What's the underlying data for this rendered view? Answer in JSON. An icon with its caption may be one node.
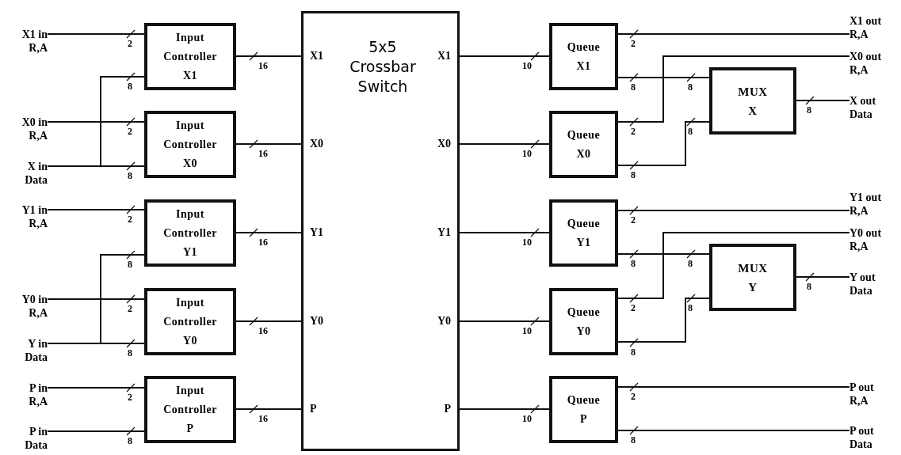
{
  "diagram": {
    "nodes": [
      {
        "text": [
          "X1 in R,A"
        ]
      },
      {
        "text": [
          "X0 in R,A"
        ]
      },
      {
        "text": [
          "X in Data"
        ]
      },
      {
        "text": [
          "Y1 in R,A"
        ]
      },
      {
        "text": [
          "Y0 in R,A"
        ]
      },
      {
        "text": [
          "Y in Data"
        ]
      },
      {
        "text": [
          "P in R,A"
        ]
      },
      {
        "text": [
          "P in Data"
        ]
      },
      {
        "text": [
          "Input Controller X1"
        ]
      },
      {
        "text": [
          "Input Controller X0"
        ]
      },
      {
        "text": [
          "Input Controller Y1"
        ]
      },
      {
        "text": [
          "Input Controller Y0"
        ]
      },
      {
        "text": [
          "Input Controller P"
        ]
      },
      {
        "text": [
          "5x5 Crossbar Switch",
          "X1",
          "X0",
          "Y1",
          "Y0",
          "P",
          "X1",
          "X0",
          "Y1",
          "Y0",
          "P"
        ]
      },
      {
        "text": [
          "Queue X1"
        ]
      },
      {
        "text": [
          "Queue X0"
        ]
      },
      {
        "text": [
          "Queue Y1"
        ]
      },
      {
        "text": [
          "Queue Y0"
        ]
      },
      {
        "text": [
          "Queue P"
        ]
      },
      {
        "text": [
          "MUX X"
        ]
      },
      {
        "text": [
          "MUX Y"
        ]
      },
      {
        "text": [
          "X1 out R,A"
        ]
      },
      {
        "text": [
          "X0 out R,A"
        ]
      },
      {
        "text": [
          "X out Data"
        ]
      },
      {
        "text": [
          "Y1 out R,A"
        ]
      },
      {
        "text": [
          "Y0 out R,A"
        ]
      },
      {
        "text": [
          "Y out Data"
        ]
      },
      {
        "text": [
          "P out R,A"
        ]
      },
      {
        "text": [
          "P out Data"
        ]
      }
    ],
    "edges": [
      {
        "from": 0,
        "to": 8,
        "arrow": "none",
        "label": "2"
      },
      {
        "from": 2,
        "to": 8,
        "arrow": "none",
        "label": "8"
      },
      {
        "from": 1,
        "to": 9,
        "arrow": "none",
        "label": "2"
      },
      {
        "from": 2,
        "to": 9,
        "arrow": "none",
        "label": "8"
      },
      {
        "from": 3,
        "to": 10,
        "arrow": "none",
        "label": "2"
      },
      {
        "from": 5,
        "to": 10,
        "arrow": "none",
        "label": "8"
      },
      {
        "from": 4,
        "to": 11,
        "arrow": "none",
        "label": "2"
      },
      {
        "from": 5,
        "to": 11,
        "arrow": "none",
        "label": "8"
      },
      {
        "from": 6,
        "to": 12,
        "arrow": "none",
        "label": "2"
      },
      {
        "from": 7,
        "to": 12,
        "arrow": "none",
        "label": "8"
      },
      {
        "from": 8,
        "to": 13,
        "arrow": "none",
        "label": "16"
      },
      {
        "from": 9,
        "to": 13,
        "arrow": "none",
        "label": "16"
      },
      {
        "from": 10,
        "to": 13,
        "arrow": "none",
        "label": "16"
      },
      {
        "from": 11,
        "to": 13,
        "arrow": "none",
        "label": "16"
      },
      {
        "from": 12,
        "to": 13,
        "arrow": "none",
        "label": "16"
      },
      {
        "from": 13,
        "to": 14,
        "arrow": "none",
        "label": "10"
      },
      {
        "from": 13,
        "to": 15,
        "arrow": "none",
        "label": "10"
      },
      {
        "from": 13,
        "to": 16,
        "arrow": "none",
        "label": "10"
      },
      {
        "from": 13,
        "to": 17,
        "arrow": "none",
        "label": "10"
      },
      {
        "from": 13,
        "to": 18,
        "arrow": "none",
        "label": "10"
      },
      {
        "from": 14,
        "to": 21,
        "arrow": "none",
        "label": "2"
      },
      {
        "from": 14,
        "to": 19,
        "arrow": "none",
        "label": "8"
      },
      {
        "from": 15,
        "to": 22,
        "arrow": "none",
        "label": "2"
      },
      {
        "from": 15,
        "to": 19,
        "arrow": "none",
        "label": "8"
      },
      {
        "from": 19,
        "to": 23,
        "arrow": "none",
        "label": "8"
      },
      {
        "from": 16,
        "to": 24,
        "arrow": "none",
        "label": "2"
      },
      {
        "from": 16,
        "to": 20,
        "arrow": "none",
        "label": "8"
      },
      {
        "from": 17,
        "to": 25,
        "arrow": "none",
        "label": "2"
      },
      {
        "from": 17,
        "to": 20,
        "arrow": "none",
        "label": "8"
      },
      {
        "from": 20,
        "to": 26,
        "arrow": "none",
        "label": "8"
      },
      {
        "from": 18,
        "to": 27,
        "arrow": "none",
        "label": "2"
      },
      {
        "from": 18,
        "to": 28,
        "arrow": "none",
        "label": "8"
      }
    ],
    "labels": [
      "8",
      "8",
      "8",
      "8"
    ]
  }
}
